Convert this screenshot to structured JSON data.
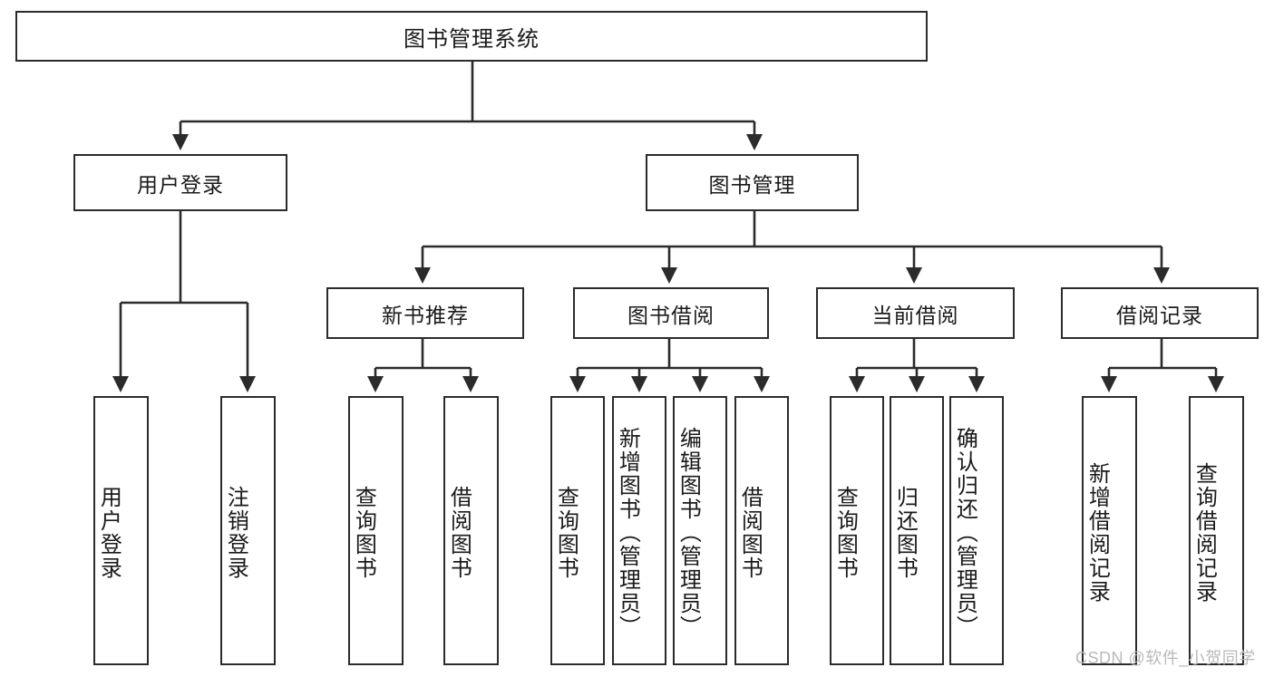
{
  "diagram": {
    "title": "图书管理系统",
    "type": "hierarchy-tree",
    "orientation": "top-down",
    "colors": {
      "box_border": "#2b2b2b",
      "box_fill": "#ffffff",
      "edge": "#2b2b2b",
      "text": "#1a1a1a",
      "watermark": "#b9b9b9"
    },
    "levels": {
      "level1": [
        "图书管理系统"
      ],
      "level2": [
        "用户登录",
        "图书管理"
      ],
      "level3": [
        "新书推荐",
        "图书借阅",
        "当前借阅",
        "借阅记录"
      ],
      "level4": [
        "用户登录",
        "注销登录",
        "查询图书",
        "借阅图书",
        "查询图书",
        "新增图书（管理员）",
        "编辑图书（管理员）",
        "借阅图书",
        "查询图书",
        "归还图书",
        "确认归还（管理员）",
        "新增借阅记录",
        "查询借阅记录"
      ]
    }
  },
  "nodes": {
    "root": {
      "label": "图书管理系统"
    },
    "user_login": {
      "label": "用户登录"
    },
    "book_manage": {
      "label": "图书管理"
    },
    "new_book_rec": {
      "label": "新书推荐"
    },
    "book_borrow": {
      "label": "图书借阅"
    },
    "current_borrow": {
      "label": "当前借阅"
    },
    "borrow_record": {
      "label": "借阅记录"
    },
    "leaf_user_login": {
      "label": "用户登录"
    },
    "leaf_logout": {
      "label": "注销登录"
    },
    "leaf_query_book_a": {
      "label": "查询图书"
    },
    "leaf_borrow_book_a": {
      "label": "借阅图书"
    },
    "leaf_query_book_b": {
      "label": "查询图书"
    },
    "leaf_add_book": {
      "label": "新增图书（管理员）"
    },
    "leaf_edit_book": {
      "label": "编辑图书（管理员）"
    },
    "leaf_borrow_book_b": {
      "label": "借阅图书"
    },
    "leaf_query_book_c": {
      "label": "查询图书"
    },
    "leaf_return_book": {
      "label": "归还图书"
    },
    "leaf_confirm_return": {
      "label": "确认归还（管理员）"
    },
    "leaf_add_record": {
      "label": "新增借阅记录"
    },
    "leaf_query_record": {
      "label": "查询借阅记录"
    }
  },
  "watermark": {
    "text": "CSDN @软件_小贺同学"
  }
}
